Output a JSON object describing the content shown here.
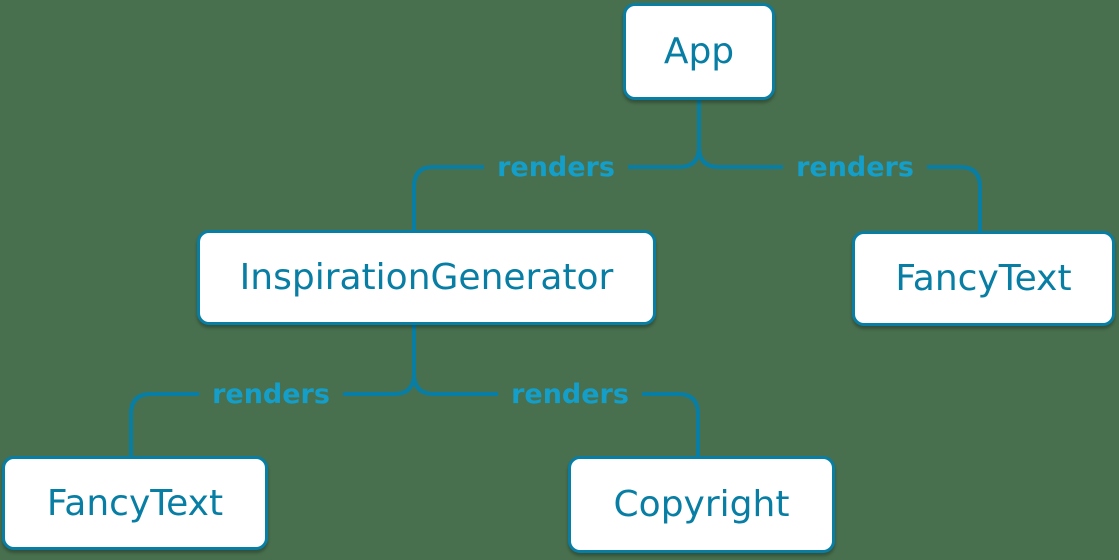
{
  "diagram": {
    "type": "component-render-tree",
    "colors": {
      "background": "#48704e",
      "node_border": "#087ea4",
      "node_fill": "#ffffff",
      "node_text": "#087ea4",
      "edge_line": "#087ea4",
      "edge_label_text": "#149eca"
    },
    "nodes": {
      "app": {
        "label": "App"
      },
      "ig": {
        "label": "InspirationGenerator"
      },
      "ft_right": {
        "label": "FancyText"
      },
      "ft_left": {
        "label": "FancyText"
      },
      "copyright": {
        "label": "Copyright"
      }
    },
    "edges": [
      {
        "from": "App",
        "to": "InspirationGenerator",
        "label": "renders"
      },
      {
        "from": "App",
        "to": "FancyText",
        "label": "renders"
      },
      {
        "from": "InspirationGenerator",
        "to": "FancyText",
        "label": "renders"
      },
      {
        "from": "InspirationGenerator",
        "to": "Copyright",
        "label": "renders"
      }
    ]
  }
}
